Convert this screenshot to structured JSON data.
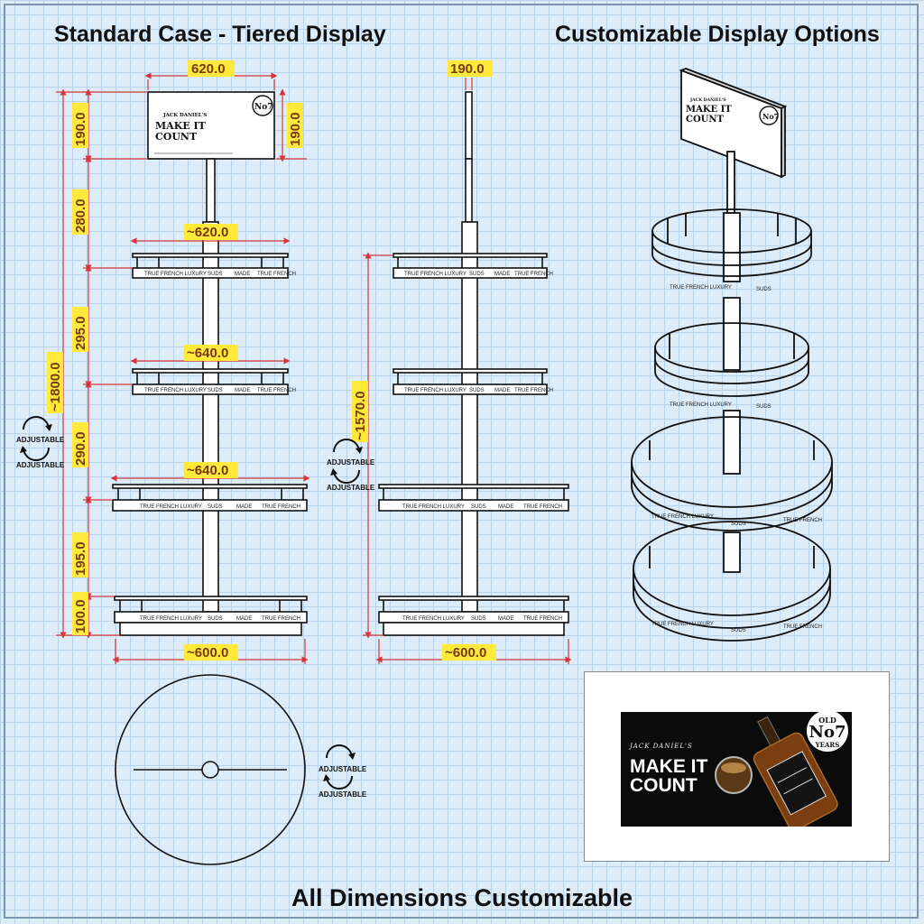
{
  "headings": {
    "left": "Standard Case - Tiered Display",
    "right": "Customizable Display Options",
    "footer": "All Dimensions Customizable"
  },
  "dimensions": {
    "sign_width": "620.0",
    "sign_height_left": "190.0",
    "sign_height_right": "190.0",
    "side_sign_width": "190.0",
    "tier1_width": "~620.0",
    "tier2_width": "~640.0",
    "tier3_width": "~640.0",
    "base_width_front": "~600.0",
    "base_width_side": "~600.0",
    "seg_280": "280.0",
    "seg_295": "295.0",
    "seg_290": "290.0",
    "seg_195": "195.0",
    "seg_100": "100.0",
    "total_height": "~1800.0",
    "adjustable_height": "~1570.0"
  },
  "adjustable_label": "ADJUSTABLE",
  "sign": {
    "brand": "JACK DANIEL'S",
    "line1": "MAKE IT",
    "line2": "COUNT",
    "badge": "No7"
  },
  "shelf_band": {
    "a": "TRUE FRENCH LUXURY",
    "b": "SUDS",
    "c": "MADE",
    "d": "TRUE FRENCH"
  },
  "photo": {
    "brand": "JACK DANIEL'S",
    "line1": "MAKE IT",
    "line2": "COUNT",
    "seal_top": "OLD",
    "seal_no": "No7",
    "seal_bottom": "YEARS"
  },
  "colors": {
    "background": "#dcecf8",
    "dimension_line": "#d6363a",
    "dimension_label": "#ffe93a",
    "line_art": "#111111"
  }
}
